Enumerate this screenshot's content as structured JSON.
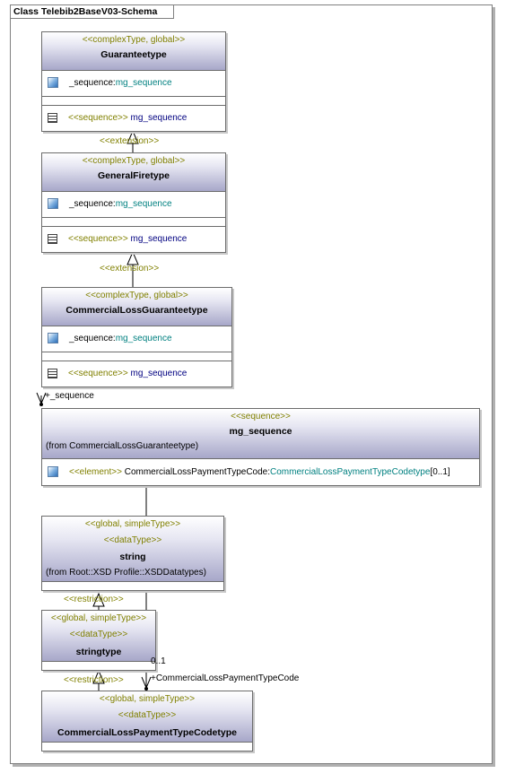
{
  "frame": {
    "title": "Class Telebib2BaseV03-Schema"
  },
  "classes": {
    "guarantee": {
      "stereotype": "<<complexType, global>>",
      "name": "Guaranteetype",
      "attr_name": "_sequence:",
      "attr_type": "mg_sequence",
      "op_stereo": "<<sequence>>",
      "op_name": " mg_sequence"
    },
    "generalfire": {
      "stereotype": "<<complexType, global>>",
      "name": "GeneralFiretype",
      "attr_name": "_sequence:",
      "attr_type": "mg_sequence",
      "op_stereo": "<<sequence>>",
      "op_name": " mg_sequence"
    },
    "commercialloss": {
      "stereotype": "<<complexType, global>>",
      "name": "CommercialLossGuaranteetype",
      "attr_name": "_sequence:",
      "attr_type": "mg_sequence",
      "op_stereo": "<<sequence>>",
      "op_name": " mg_sequence"
    },
    "mgsequence": {
      "stereotype": "<<sequence>>",
      "name": "mg_sequence",
      "from": "(from CommercialLossGuaranteetype)",
      "attr_stereo": "<<element>>",
      "attr_name": " CommercialLossPaymentTypeCode:",
      "attr_type": "CommercialLossPaymentTypeCodetype",
      "attr_mult": "[0..1]"
    },
    "string": {
      "stereotype": "<<global, simpleType>>",
      "stereotype2": "<<dataType>>",
      "name": "string",
      "from": "(from Root::XSD Profile::XSDDatatypes)"
    },
    "stringtype": {
      "stereotype": "<<global, simpleType>>",
      "stereotype2": "<<dataType>>",
      "name": "stringtype"
    },
    "codetype": {
      "stereotype": "<<global, simpleType>>",
      "stereotype2": "<<dataType>>",
      "name": "CommercialLossPaymentTypeCodetype"
    }
  },
  "connectors": {
    "ext1": "<<extension>>",
    "ext2": "<<extension>>",
    "role_sequence": "+_sequence",
    "restr1": "<<restriction>>",
    "restr2": "<<restriction>>",
    "multiplicity": "0..1",
    "role_code": "+CommercialLossPaymentTypeCode"
  }
}
